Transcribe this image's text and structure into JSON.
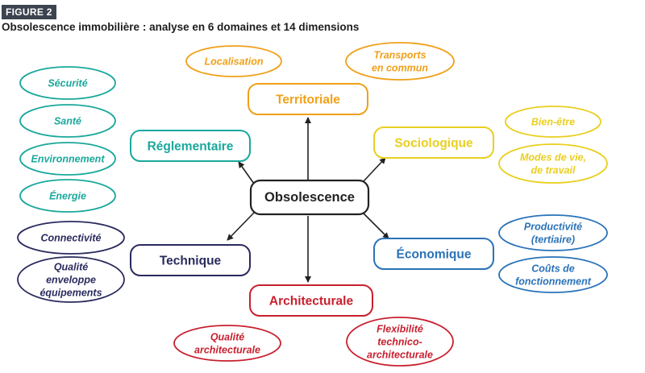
{
  "figure_label": "FIGURE 2",
  "title": "Obsolescence immobilière : analyse en 6 domaines et 14 dimensions",
  "center": {
    "label": "Obsolescence"
  },
  "colors": {
    "territoriale": "#f0a019",
    "sociologique": "#e9cf1e",
    "economique": "#2a72b8",
    "architecturale": "#c8202f",
    "technique": "#2a2a5e",
    "reglementaire": "#1aa89c",
    "center": "#222222",
    "arrow": "#222222"
  },
  "domains": {
    "territoriale": {
      "label": "Territoriale",
      "dimensions": [
        {
          "lines": [
            "Localisation"
          ]
        },
        {
          "lines": [
            "Transports",
            "en commun"
          ]
        }
      ]
    },
    "sociologique": {
      "label": "Sociologique",
      "dimensions": [
        {
          "lines": [
            "Bien-être"
          ]
        },
        {
          "lines": [
            "Modes de vie,",
            "de travail"
          ]
        }
      ]
    },
    "economique": {
      "label": "Économique",
      "dimensions": [
        {
          "lines": [
            "Productivité",
            "(tertiaire)"
          ]
        },
        {
          "lines": [
            "Coûts de",
            "fonctionnement"
          ]
        }
      ]
    },
    "architecturale": {
      "label": "Architecturale",
      "dimensions": [
        {
          "lines": [
            "Qualité",
            "architecturale"
          ]
        },
        {
          "lines": [
            "Flexibilité",
            "technico-",
            "architecturale"
          ]
        }
      ]
    },
    "technique": {
      "label": "Technique",
      "dimensions": [
        {
          "lines": [
            "Connectivité"
          ]
        },
        {
          "lines": [
            "Qualité",
            "enveloppe",
            "équipements"
          ]
        }
      ]
    },
    "reglementaire": {
      "label": "Réglementaire",
      "dimensions": [
        {
          "lines": [
            "Sécurité"
          ]
        },
        {
          "lines": [
            "Santé"
          ]
        },
        {
          "lines": [
            "Environnement"
          ]
        },
        {
          "lines": [
            "Énergie"
          ]
        }
      ]
    }
  }
}
